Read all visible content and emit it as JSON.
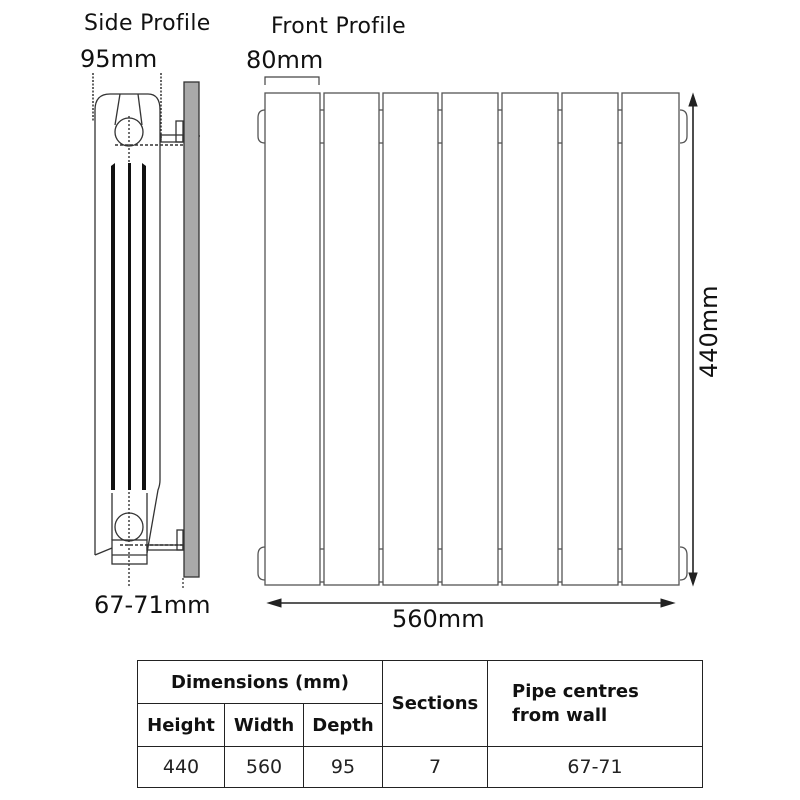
{
  "side_profile": {
    "title": "Side Profile",
    "depth_label": "95mm",
    "pipe_centres_label": "67-71mm"
  },
  "front_profile": {
    "title": "Front Profile",
    "section_width_label": "80mm",
    "height_label": "440mm",
    "width_label": "560mm",
    "sections": 7
  },
  "colors": {
    "line": "#333333",
    "wall": "#a9a9a9",
    "fins": "#111111"
  },
  "spec_table": {
    "group_header": "Dimensions (mm)",
    "headers": {
      "height": "Height",
      "width": "Width",
      "depth": "Depth",
      "sections": "Sections",
      "pipe_centres": "Pipe centres from wall"
    },
    "row": {
      "height": "440",
      "width": "560",
      "depth": "95",
      "sections": "7",
      "pipe_centres": "67-71"
    }
  }
}
